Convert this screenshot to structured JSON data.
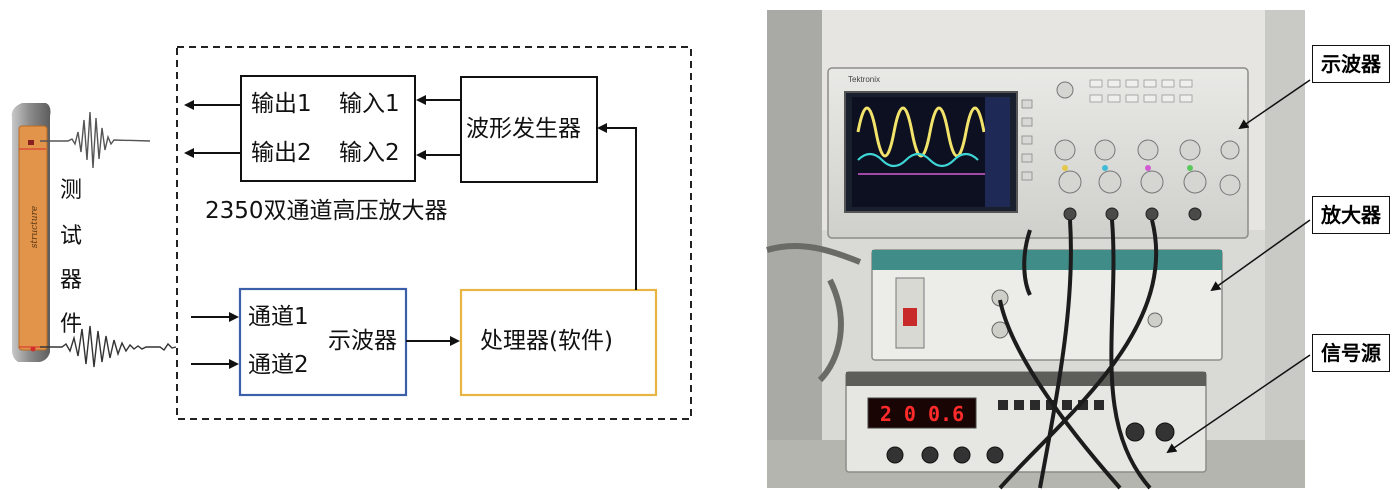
{
  "diagram": {
    "amplifier": {
      "outputs": [
        "输出1",
        "输出2"
      ],
      "inputs": [
        "输入1",
        "输入2"
      ],
      "caption": "2350双通道高压放大器"
    },
    "waveform_generator": "波形发生器",
    "oscilloscope": {
      "channels": [
        "通道1",
        "通道2"
      ],
      "label": "示波器"
    },
    "processor": "处理器(软件)",
    "test_device": {
      "label_chars": [
        "测",
        "试",
        "器",
        "件"
      ],
      "specimen_text": "structure"
    }
  },
  "photo": {
    "callouts": [
      "示波器",
      "放大器",
      "信号源"
    ],
    "scope_brand": "Tektronix",
    "generator_display": "2 0 0.6"
  },
  "colors": {
    "specimen": "#e2944a",
    "oscilloscope_border": "#3b5fa8",
    "processor_border": "#e8b545",
    "scope_trace_yellow": "#f2e36b",
    "scope_trace_cyan": "#3fd6d6",
    "led_red": "#ff2b2b"
  }
}
